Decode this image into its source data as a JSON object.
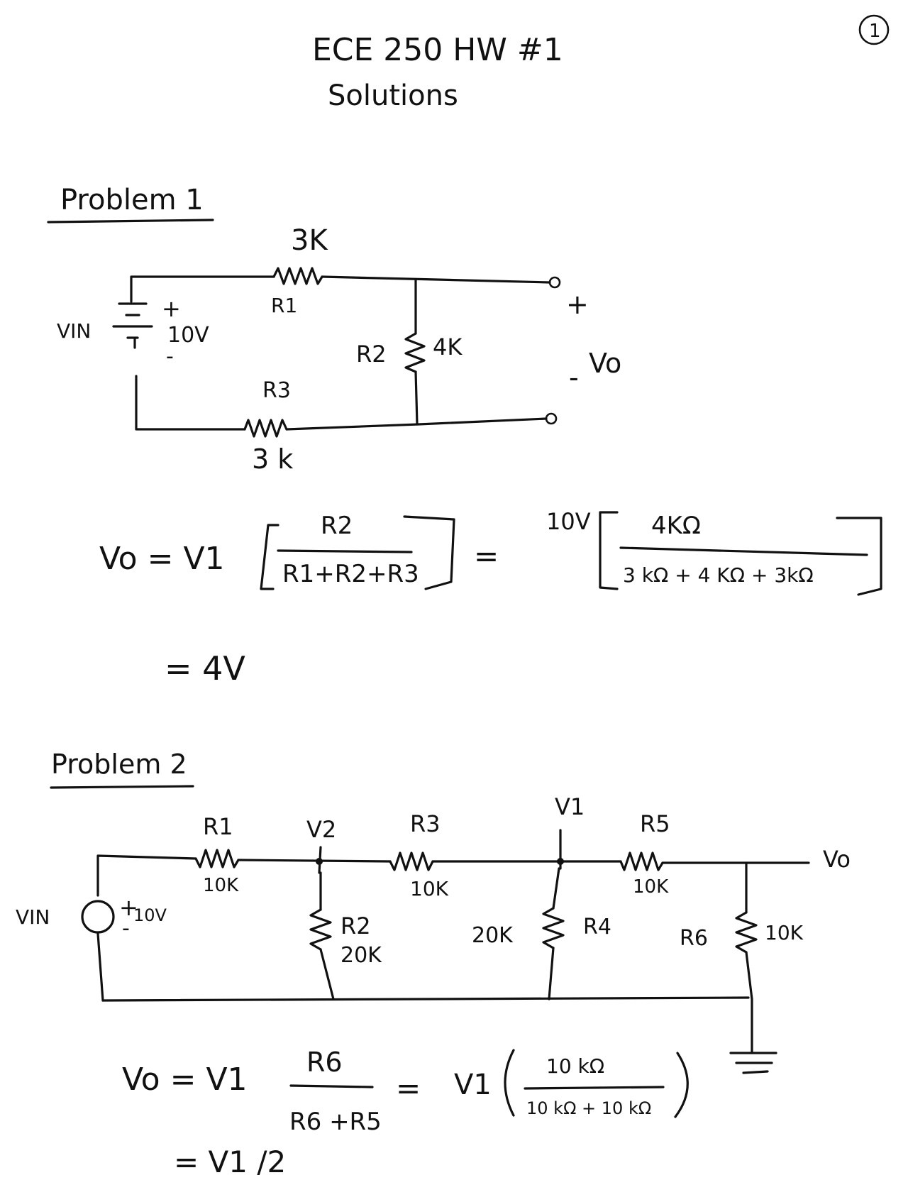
{
  "header": {
    "title": "ECE 250 HW #1",
    "subtitle": "Solutions",
    "page_number": "1"
  },
  "problem1": {
    "heading": "Problem 1",
    "circuit": {
      "vin_label": "VIN",
      "battery_plus": "+",
      "battery_value": "10V",
      "battery_minus": "-",
      "r1_label": "R1",
      "r1_value": "3K",
      "r2_label": "R2",
      "r2_value": "4K",
      "r3_label": "R3",
      "r3_value": "3 k",
      "out_plus": "+",
      "out_minus": "-",
      "out_label": "Vo"
    },
    "equation": {
      "lhs": "Vo = V1",
      "numerator": "R2",
      "denominator": "R1+R2+R3",
      "equals": "=",
      "coef": "10V",
      "num2": "4KΩ",
      "den2": "3 kΩ + 4 KΩ + 3kΩ"
    },
    "result": "= 4V"
  },
  "problem2": {
    "heading": "Problem 2",
    "circuit": {
      "vin_label": "VIN",
      "source_plus": "+",
      "source_value": "10V",
      "source_minus": "-",
      "r1_label": "R1",
      "r1_value": "10K",
      "v2_label": "V2",
      "r3_label": "R3",
      "r3_value": "10K",
      "v1_label": "V1",
      "r5_label": "R5",
      "r5_value": "10K",
      "vo_label": "Vo",
      "r2_label": "R2",
      "r2_value": "20K",
      "r4_value": "20K",
      "r4_label": "R4",
      "r6_label": "R6",
      "r6_value": "10K"
    },
    "equation": {
      "lhs": "Vo = V1",
      "numerator": "R6",
      "denominator": "R6 +R5",
      "equals": "=",
      "coef": "V1",
      "num2": "10 kΩ",
      "den2": "10 kΩ + 10 kΩ"
    },
    "result": "= V1 /2"
  }
}
